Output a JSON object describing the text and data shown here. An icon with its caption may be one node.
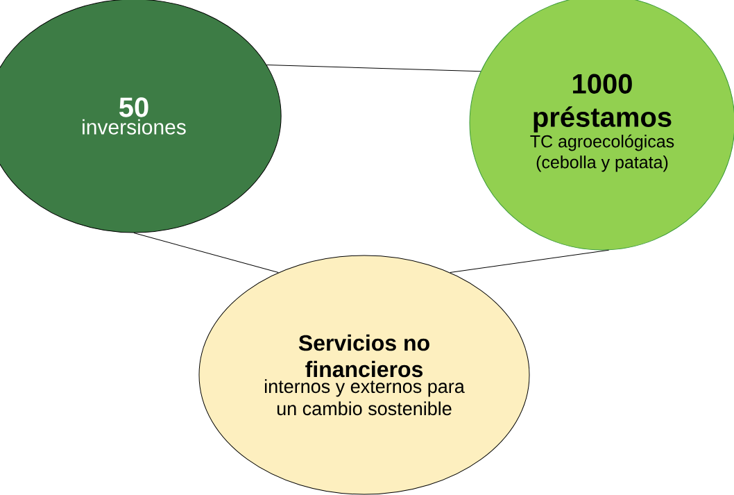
{
  "diagram": {
    "nodes": [
      {
        "text": [
          "50",
          "inversiones"
        ]
      },
      {
        "text": [
          "1000 préstamos",
          "TC agroecológicas (cebolla y patata)"
        ]
      },
      {
        "text": [
          "Servicios no financieros",
          "internos y externos para un cambio sostenible"
        ]
      }
    ],
    "edges": [
      {
        "from": 0,
        "to": 1,
        "arrow": "none"
      },
      {
        "from": 0,
        "to": 2,
        "arrow": "none"
      },
      {
        "from": 1,
        "to": 2,
        "arrow": "none"
      }
    ]
  }
}
